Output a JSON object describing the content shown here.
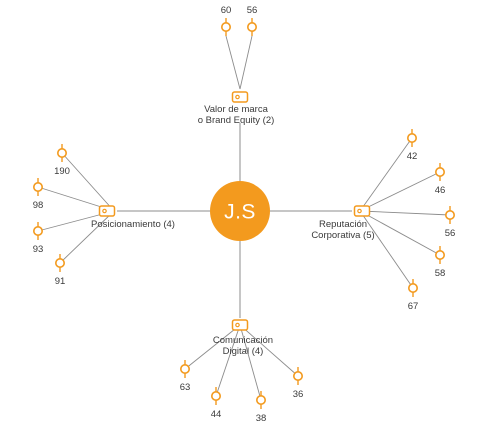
{
  "colors": {
    "accent": "#f39a1e",
    "line": "#8c8c8c",
    "text": "#3a3a3a",
    "background": "#ffffff"
  },
  "hub": {
    "label": "J.S"
  },
  "categories": [
    {
      "id": "brand-equity",
      "label_lines": [
        "Valor de marca",
        "o Brand Equity (2)"
      ],
      "icon": "tag-icon",
      "leaves": [
        {
          "label": "60",
          "icon": "key-icon"
        },
        {
          "label": "56",
          "icon": "key-icon"
        }
      ]
    },
    {
      "id": "positioning",
      "label_lines": [
        "Posicionamiento (4)"
      ],
      "icon": "tag-icon",
      "leaves": [
        {
          "label": "190",
          "icon": "key-icon"
        },
        {
          "label": "98",
          "icon": "key-icon"
        },
        {
          "label": "93",
          "icon": "key-icon"
        },
        {
          "label": "91",
          "icon": "key-icon"
        }
      ]
    },
    {
      "id": "reputation",
      "label_lines": [
        "Reputación",
        "Corporativa (5)"
      ],
      "icon": "tag-icon",
      "leaves": [
        {
          "label": "42",
          "icon": "key-icon"
        },
        {
          "label": "46",
          "icon": "key-icon"
        },
        {
          "label": "56",
          "icon": "key-icon"
        },
        {
          "label": "58",
          "icon": "key-icon"
        },
        {
          "label": "67",
          "icon": "key-icon"
        }
      ]
    },
    {
      "id": "digital",
      "label_lines": [
        "Comunicación",
        "Digital (4)"
      ],
      "icon": "tag-icon",
      "leaves": [
        {
          "label": "63",
          "icon": "key-icon"
        },
        {
          "label": "44",
          "icon": "key-icon"
        },
        {
          "label": "38",
          "icon": "key-icon"
        },
        {
          "label": "36",
          "icon": "key-icon"
        }
      ]
    }
  ]
}
